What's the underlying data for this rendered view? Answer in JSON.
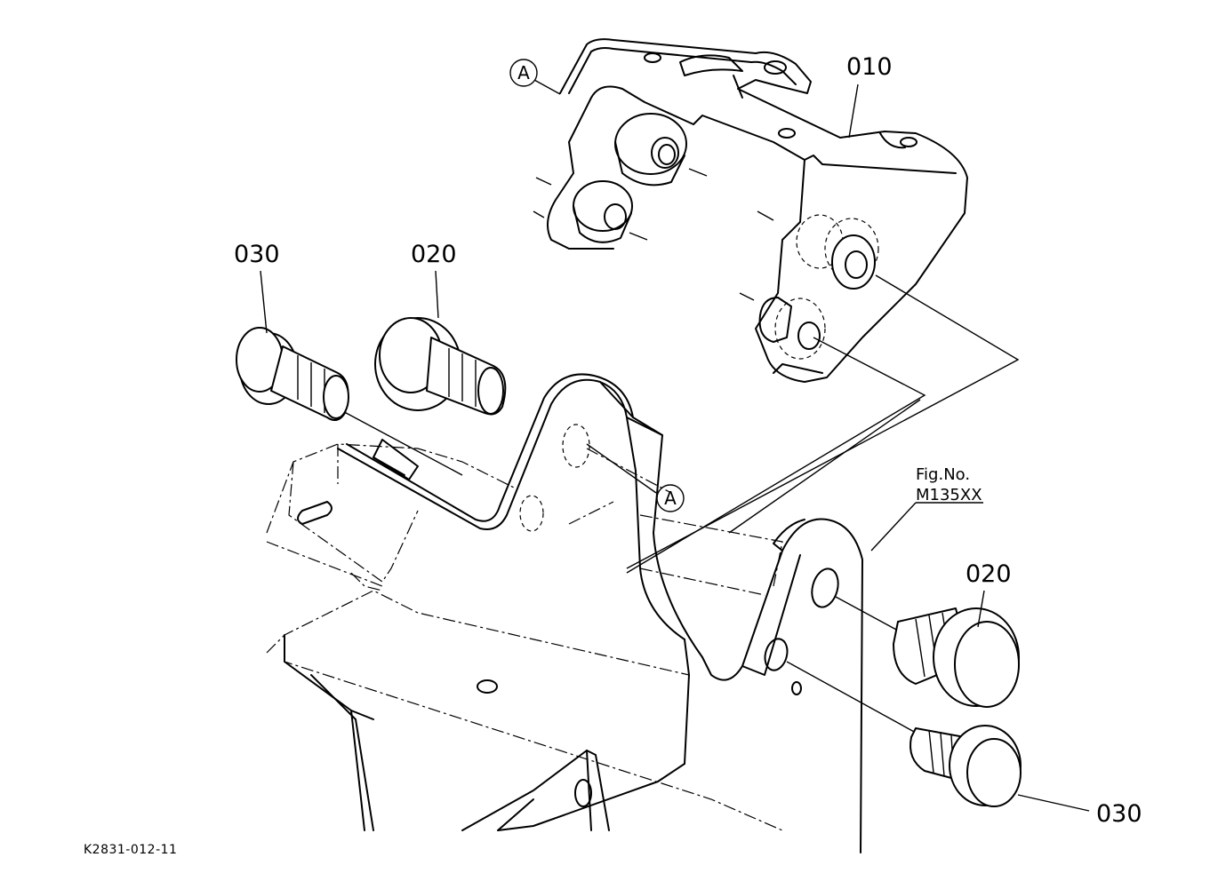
{
  "diagram": {
    "part_labels": {
      "bracket_top": "010",
      "bolt_upper_left": "030",
      "bolt_upper_mid": "020",
      "bolt_right_upper": "020",
      "bolt_right_lower": "030"
    },
    "detail_markers": {
      "upper": "A",
      "lower": "A"
    },
    "fig_no": {
      "heading": "Fig.No.",
      "value": "M135XX"
    },
    "drawing_number": "K2831-012-11"
  }
}
